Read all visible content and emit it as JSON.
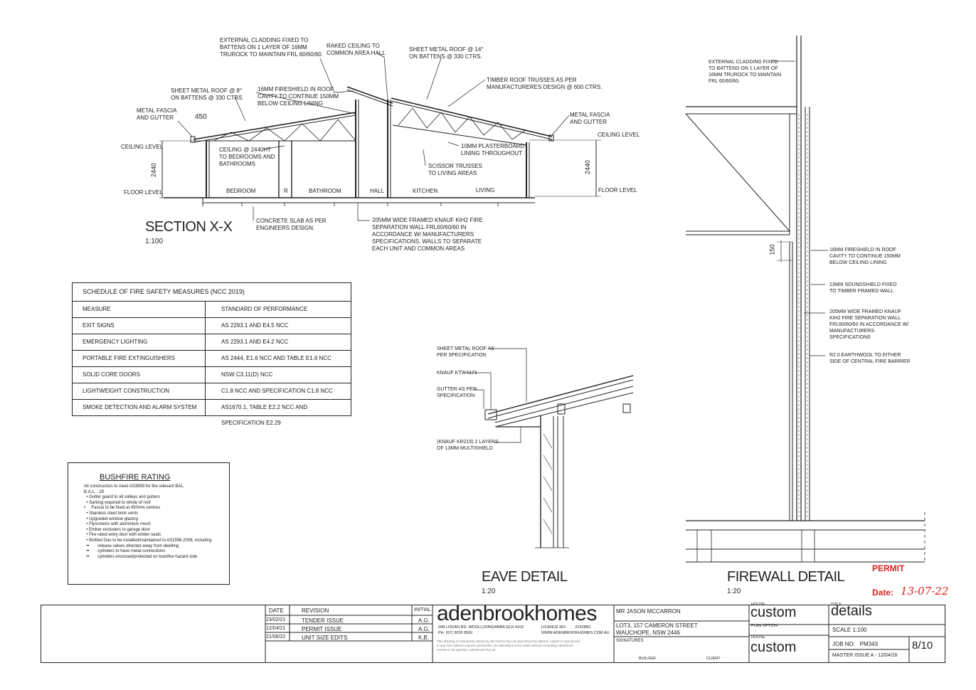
{
  "section": {
    "title": "SECTION X-X",
    "scale": "1:100",
    "notes": {
      "ext_cladding": "EXTERNAL CLADDING FIXED TO\nBATTENS ON 1 LAYER OF 16mm\nTRUROCK TO MAINTAIN FRL 60/60/60.",
      "raked": "RAKED CEILING TO\nCOMMON AREA HALL",
      "roof14": "SHEET METAL ROOF @ 14°\nON BATTENS @ 330 CTRS.",
      "trusses": "TIMBER ROOF TRUSSES AS PER\nMANUFACTURERES DESIGN @ 600 CTRS.",
      "roof8": "SHEET METAL ROOF @ 8°\nON BATTENS @ 330 CTRS.",
      "fireshield": "16mm FIRESHIELD IN ROOF\nCAVITY TO CONTINUE 150mm\nBELOW CEILING LINING",
      "fascia_left": "METAL FASCIA\nAND GUTTER",
      "dim450": "450",
      "fascia_right": "METAL FASCIA\nAND GUTTER",
      "ceiling_level_left": "CEILING LEVEL",
      "ceiling_level_right": "CEILING LEVEL",
      "ceiling2440": "CEILING @ 2440HT\nTO BEDROOMS AND\nBATHROOMS",
      "plasterboard": "10mm PLASTERBOARD\nLINING THROUGHOUT",
      "scissor": "SCISSOR TRUSSES\nTO LIVING AREAS",
      "dim2440_left": "2440",
      "dim2440_right": "2440",
      "floor_level_left": "FLOOR LEVEL",
      "floor_level_right": "FLOOR LEVEL",
      "rooms": [
        "BEDROOM",
        "R",
        "BATHROOM",
        "HALL",
        "KITCHEN",
        "LIVING"
      ],
      "slab": "CONCRETE SLAB AS PER\nENGINEERS DESIGN.",
      "firewall": "205mm WIDE FRAMED KNAUF KIH2 FIRE\nSEPARATION WALL FRL60/60/60 IN\nACCORDANCE W/ MANUFACTURERS\nSPECIFICATIONS. WALLS TO SEPARATE\nEACH UNIT AND COMMON AREAS"
    }
  },
  "schedule": {
    "title": "SCHEDULE OF FIRE SAFETY MEASURES (NCC 2019)",
    "rows": [
      [
        "MEASURE",
        "STANDARD OF PERFORMANCE"
      ],
      [
        "EXIT SIGNS",
        "AS 2293.1 AND E4.5 NCC"
      ],
      [
        "EMERGENCY LIGHTING",
        "AS 2293.1 AND E4.2 NCC"
      ],
      [
        "PORTABLE FIRE EXTINGUISHERS",
        "AS 2444, E1.6 NCC AND TABLE E1.6 NCC"
      ],
      [
        "SOLID CORE DOORS",
        "NSW C3.11(d) NCC"
      ],
      [
        "LIGHTWEIGHT CONSTRUCTION",
        "C1.8 NCC AND SPECIFICATION C1.8 NCC"
      ],
      [
        "SMOKE DETECTION AND ALARM SYSTEM",
        "AS1670.1, TABLE E2.2 NCC AND SPECIFICATION E2.29"
      ]
    ]
  },
  "bushfire": {
    "title": "BUSHFIRE RATING",
    "lines": "All construction to meet AS3959 for the relevant BAL.\nB.A.L. : 29\n  • Gutter guard to all valleys and gutters\n  • Sarking required to whole of roof\n•     Fascia to be fixed at 450mm centres\n  • Stainless steel brick vents\n  • Upgraded window glazing\n  • Flyscreens with aluminium mesh\n  • Ember excluders to garage door\n  • Fire rated entry door with ember seals\n  • Bottled Gas to be installed/maintained to AS1596.2008, including\n  ••       release valves directed away from dwelling\n  ••       cylinders to have metal connections\n  ••       cylinders enclosed/protected on bushfire hazard side"
  },
  "eave": {
    "title": "EAVE DETAIL",
    "scale": "1:20",
    "notes": {
      "roof": "SHEET METAL ROOF AS\nPER SPECIFICATION",
      "knauf": "KNAUF KTW4171",
      "gutter": "GUTTER AS PER\nSPECIFICATION",
      "multishield": "(KNAUF KR215) 2 LAYERS\nOF 13mm MULTISHIELD"
    }
  },
  "firewall": {
    "title": "FIREWALL DETAIL",
    "scale": "1:20",
    "notes": {
      "ext_cladding": "EXTERNAL CLADDING FIXED\nTO BATTENS ON 1 LAYER OF\n16mm TRUROCK TO MAINTAIN\nFRL 60/60/60.",
      "dim150": "150",
      "fireshield": "16mm FIRESHIELD IN ROOF\nCAVITY TO CONTINUE 150mm\nBELOW CEILING LINING",
      "soundshield": "13mm SOUNDSHIELD FIXED\nTO TIMBER FRAMED WALL",
      "wall": "205mm WIDE FRAMED KNAUF\nKIH2 FIRE SEPARATION WALL\nFRL60/60/60 IN ACCORDANCE W/\nMANUFACTURERS\nSPECIFICATIONS",
      "earthwool": "R2.0 EARTHWOOL TO EITHER\nSIDE OF CENTRAL FIRE BARRIER"
    }
  },
  "stamp": {
    "permit": "PERMIT",
    "date_label": "Date:",
    "date_value": "13-07-22"
  },
  "title_block": {
    "rev_headers": [
      "DATE",
      "REVISION",
      "INITIAL"
    ],
    "revisions": [
      [
        "23/02/21",
        "TENDER ISSUE",
        "A.G."
      ],
      [
        "12/04/21",
        "PERMIT ISSUE",
        "A.G."
      ],
      [
        "21/06/22",
        "UNIT SIZE EDITS",
        "K.B."
      ]
    ],
    "brand": "adenbrookhomes",
    "address": "208 LOGAN RD, WOOLLOONGABBA QLD 4102",
    "phone": "PH. (07) 3029 9500",
    "licence": "LICENCE NO:        215288C",
    "website": "WWW.ADENBROOKHOMES.COM.AU",
    "fine_print": "This drawing is exclusively owned by AB Homes Pty Ltd and cannot be altered, copied or reproduced\nin any form without express permission. No alterations to be made without consulting Adenbrook\nHomes or its agent(s). Adenbrook Pty Ltd",
    "client_name": "MR JASON McCARRON",
    "client_addr1": "LOT3, 157 CAMERON STREET",
    "client_addr2": "WAUCHOPE, NSW 2446",
    "signatures": "SIGNATURES",
    "builder": "BUILDER",
    "client": "CLIENT",
    "house_label": "HOUSE",
    "house_value": "custom",
    "plan_label": "PLAN OPTION",
    "house_label2": "HOUSE",
    "house_value2": "custom",
    "title_label": "TITLE",
    "title_value": "details",
    "scale": "SCALE 1:100",
    "job": "JOB NO:   PM343",
    "master": "MASTER ISSUE A - 12/04/16",
    "sheet": "8/10"
  }
}
